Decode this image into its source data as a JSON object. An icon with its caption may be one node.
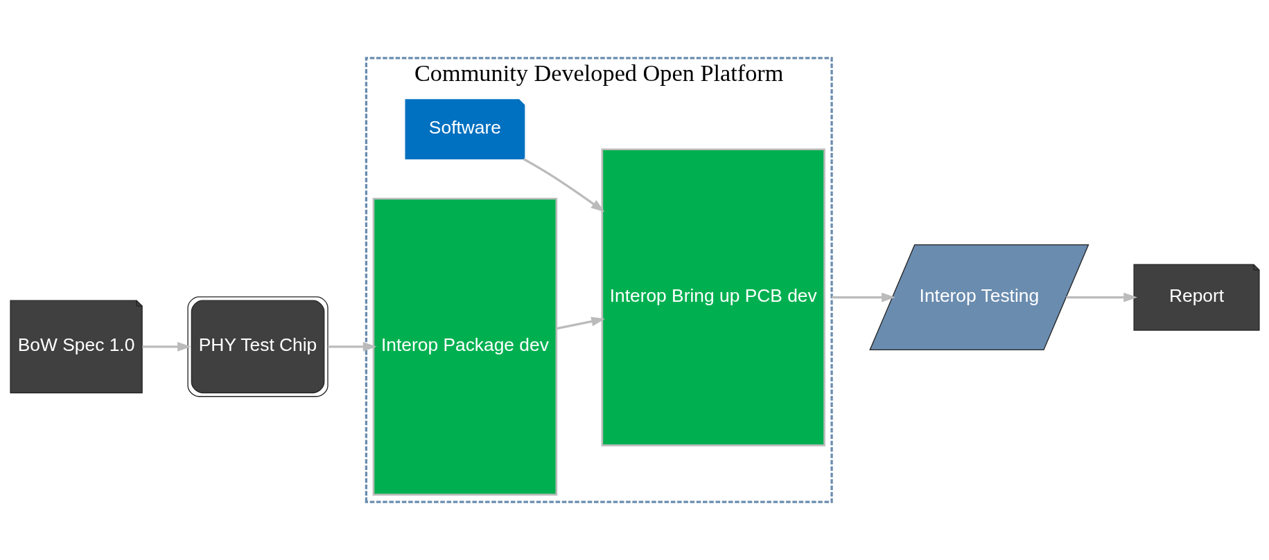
{
  "diagram": {
    "nodes": [
      {
        "text": [
          "BoW Spec 1.0"
        ]
      },
      {
        "text": [
          "PHY Test Chip"
        ]
      },
      {
        "text": [
          "Community Developed Open Platform"
        ]
      },
      {
        "text": [
          "Software"
        ],
        "in": 2
      },
      {
        "text": [
          "Interop Package dev"
        ],
        "in": 2
      },
      {
        "text": [
          "Interop Bring up PCB dev"
        ],
        "in": 2
      },
      {
        "text": [
          "Interop Testing"
        ]
      },
      {
        "text": [
          "Report"
        ]
      }
    ],
    "edges": [
      {
        "from": 0,
        "to": 1,
        "arrow": "to"
      },
      {
        "from": 1,
        "to": 4,
        "arrow": "to"
      },
      {
        "from": 4,
        "to": 5,
        "arrow": "to"
      },
      {
        "from": 3,
        "to": 5,
        "arrow": "to"
      },
      {
        "from": 2,
        "to": 6,
        "arrow": "to"
      },
      {
        "from": 6,
        "to": 7,
        "arrow": "to"
      }
    ]
  }
}
